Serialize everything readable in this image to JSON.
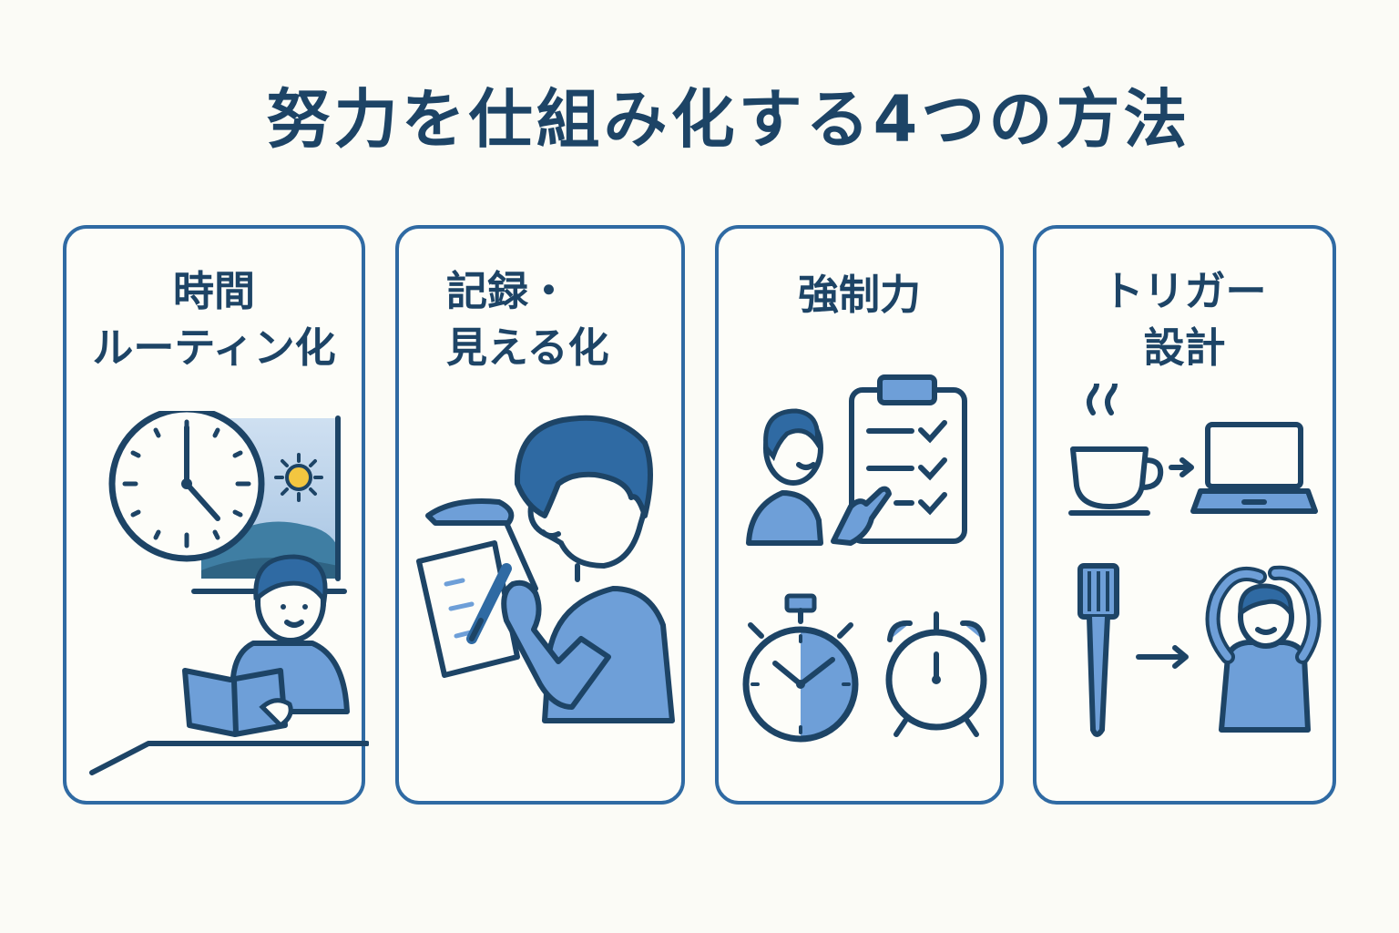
{
  "title": "努力を仕組み化する4つの方法",
  "cards": [
    {
      "title": "時間\nルーティン化"
    },
    {
      "title": "記録・\n見える化"
    },
    {
      "title": "強制力"
    },
    {
      "title": "トリガー\n設計"
    }
  ],
  "colors": {
    "navy": "#1d4466",
    "border": "#2f6aa3",
    "fill_blue": "#6e9fd8",
    "background": "#fbfbf6"
  }
}
